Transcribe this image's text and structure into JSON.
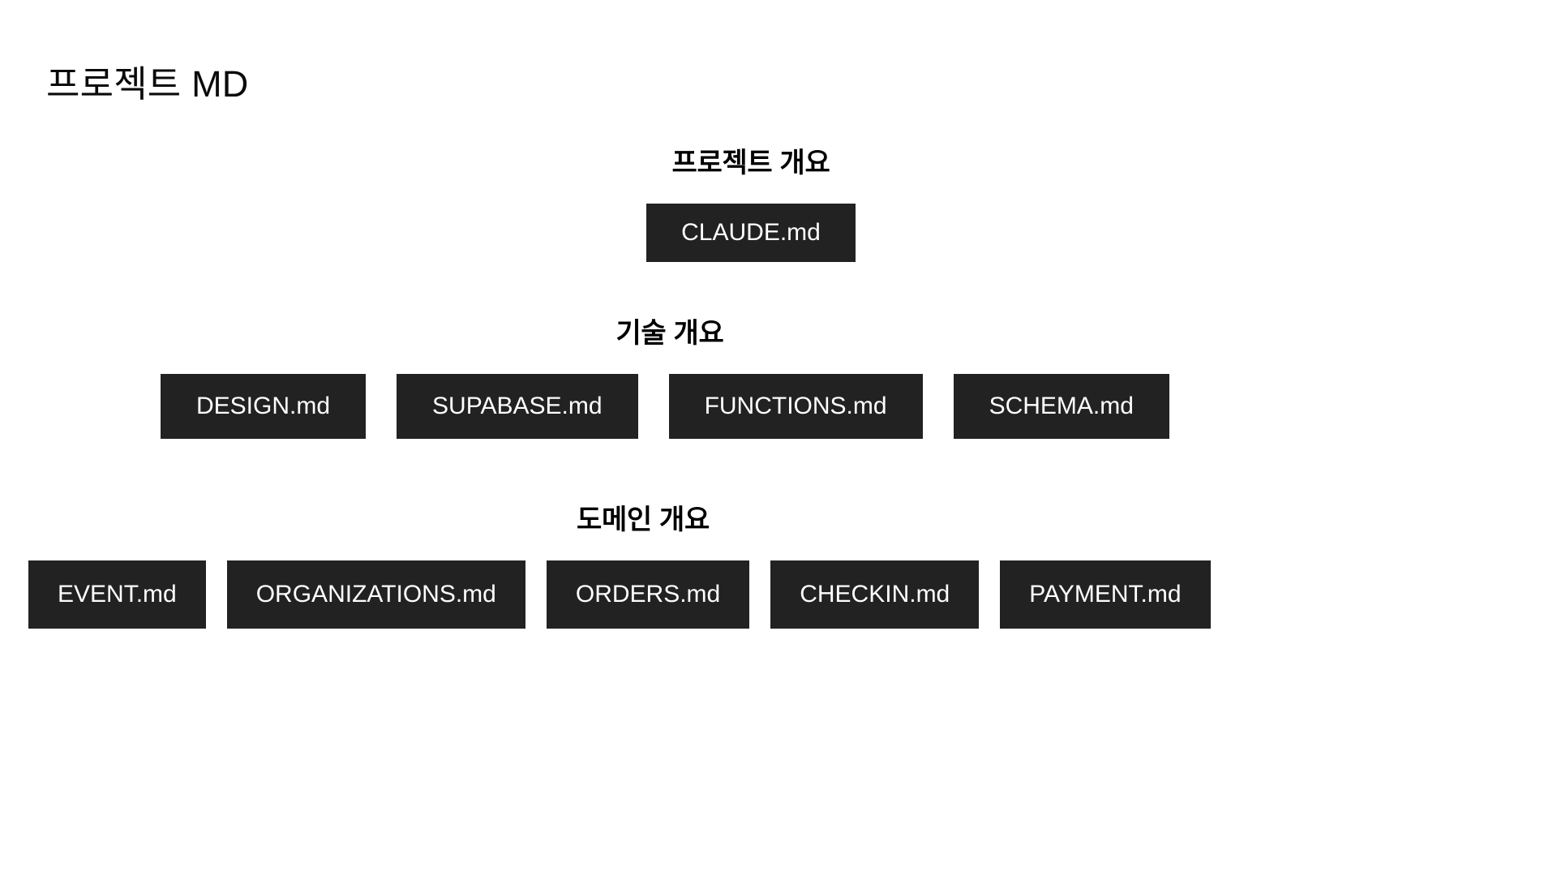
{
  "page": {
    "title": "프로젝트 MD",
    "background_color": "#ffffff",
    "box_color": "#222222",
    "box_text_color": "#ffffff"
  },
  "sections": [
    {
      "header": "프로젝트 개요",
      "files": [
        {
          "label": "CLAUDE.md"
        }
      ]
    },
    {
      "header": "기술 개요",
      "files": [
        {
          "label": "DESIGN.md"
        },
        {
          "label": "SUPABASE.md"
        },
        {
          "label": "FUNCTIONS.md"
        },
        {
          "label": "SCHEMA.md"
        }
      ]
    },
    {
      "header": "도메인 개요",
      "files": [
        {
          "label": "EVENT.md"
        },
        {
          "label": "ORGANIZATIONS.md"
        },
        {
          "label": "ORDERS.md"
        },
        {
          "label": "CHECKIN.md"
        },
        {
          "label": "PAYMENT.md"
        }
      ]
    }
  ]
}
